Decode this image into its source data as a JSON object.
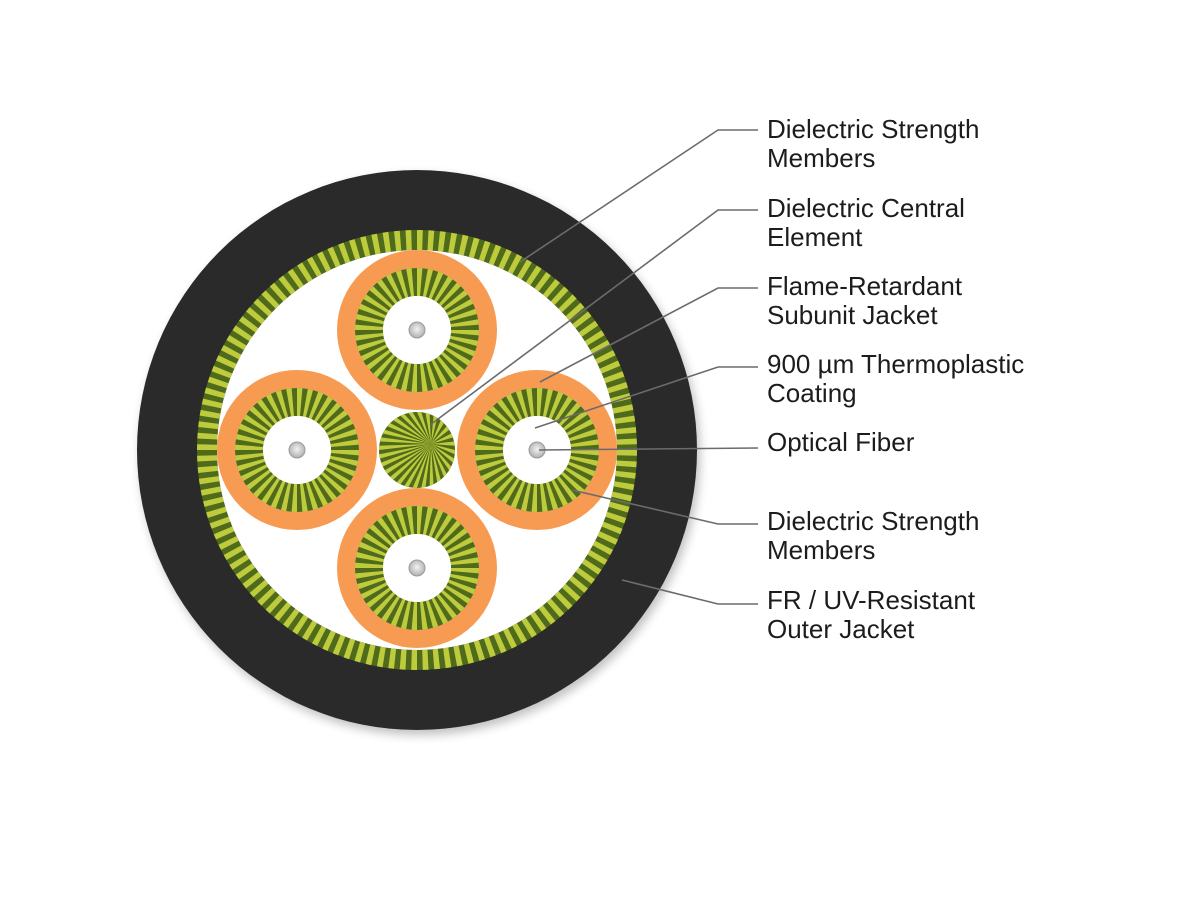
{
  "labels": [
    {
      "line1": "Dielectric Strength",
      "line2": "Members"
    },
    {
      "line1": "Dielectric Central",
      "line2": "Element"
    },
    {
      "line1": "Flame-Retardant",
      "line2": "Subunit Jacket"
    },
    {
      "line1": "900 µm Thermoplastic",
      "line2": "Coating"
    },
    {
      "line1": "Optical Fiber",
      "line2": ""
    },
    {
      "line1": "Dielectric Strength",
      "line2": "Members"
    },
    {
      "line1": "FR / UV-Resistant",
      "line2": "Outer Jacket"
    }
  ],
  "colors": {
    "outer_jacket": "#2b2b2b",
    "strength_member_dark": "#4f6a1a",
    "strength_member_light": "#c9d641",
    "subunit_jacket": "#f79a52",
    "coating": "#ffffff",
    "fiber": "#c8c8c8",
    "leader_line": "#6b6b6b"
  },
  "subunit_count": 4
}
